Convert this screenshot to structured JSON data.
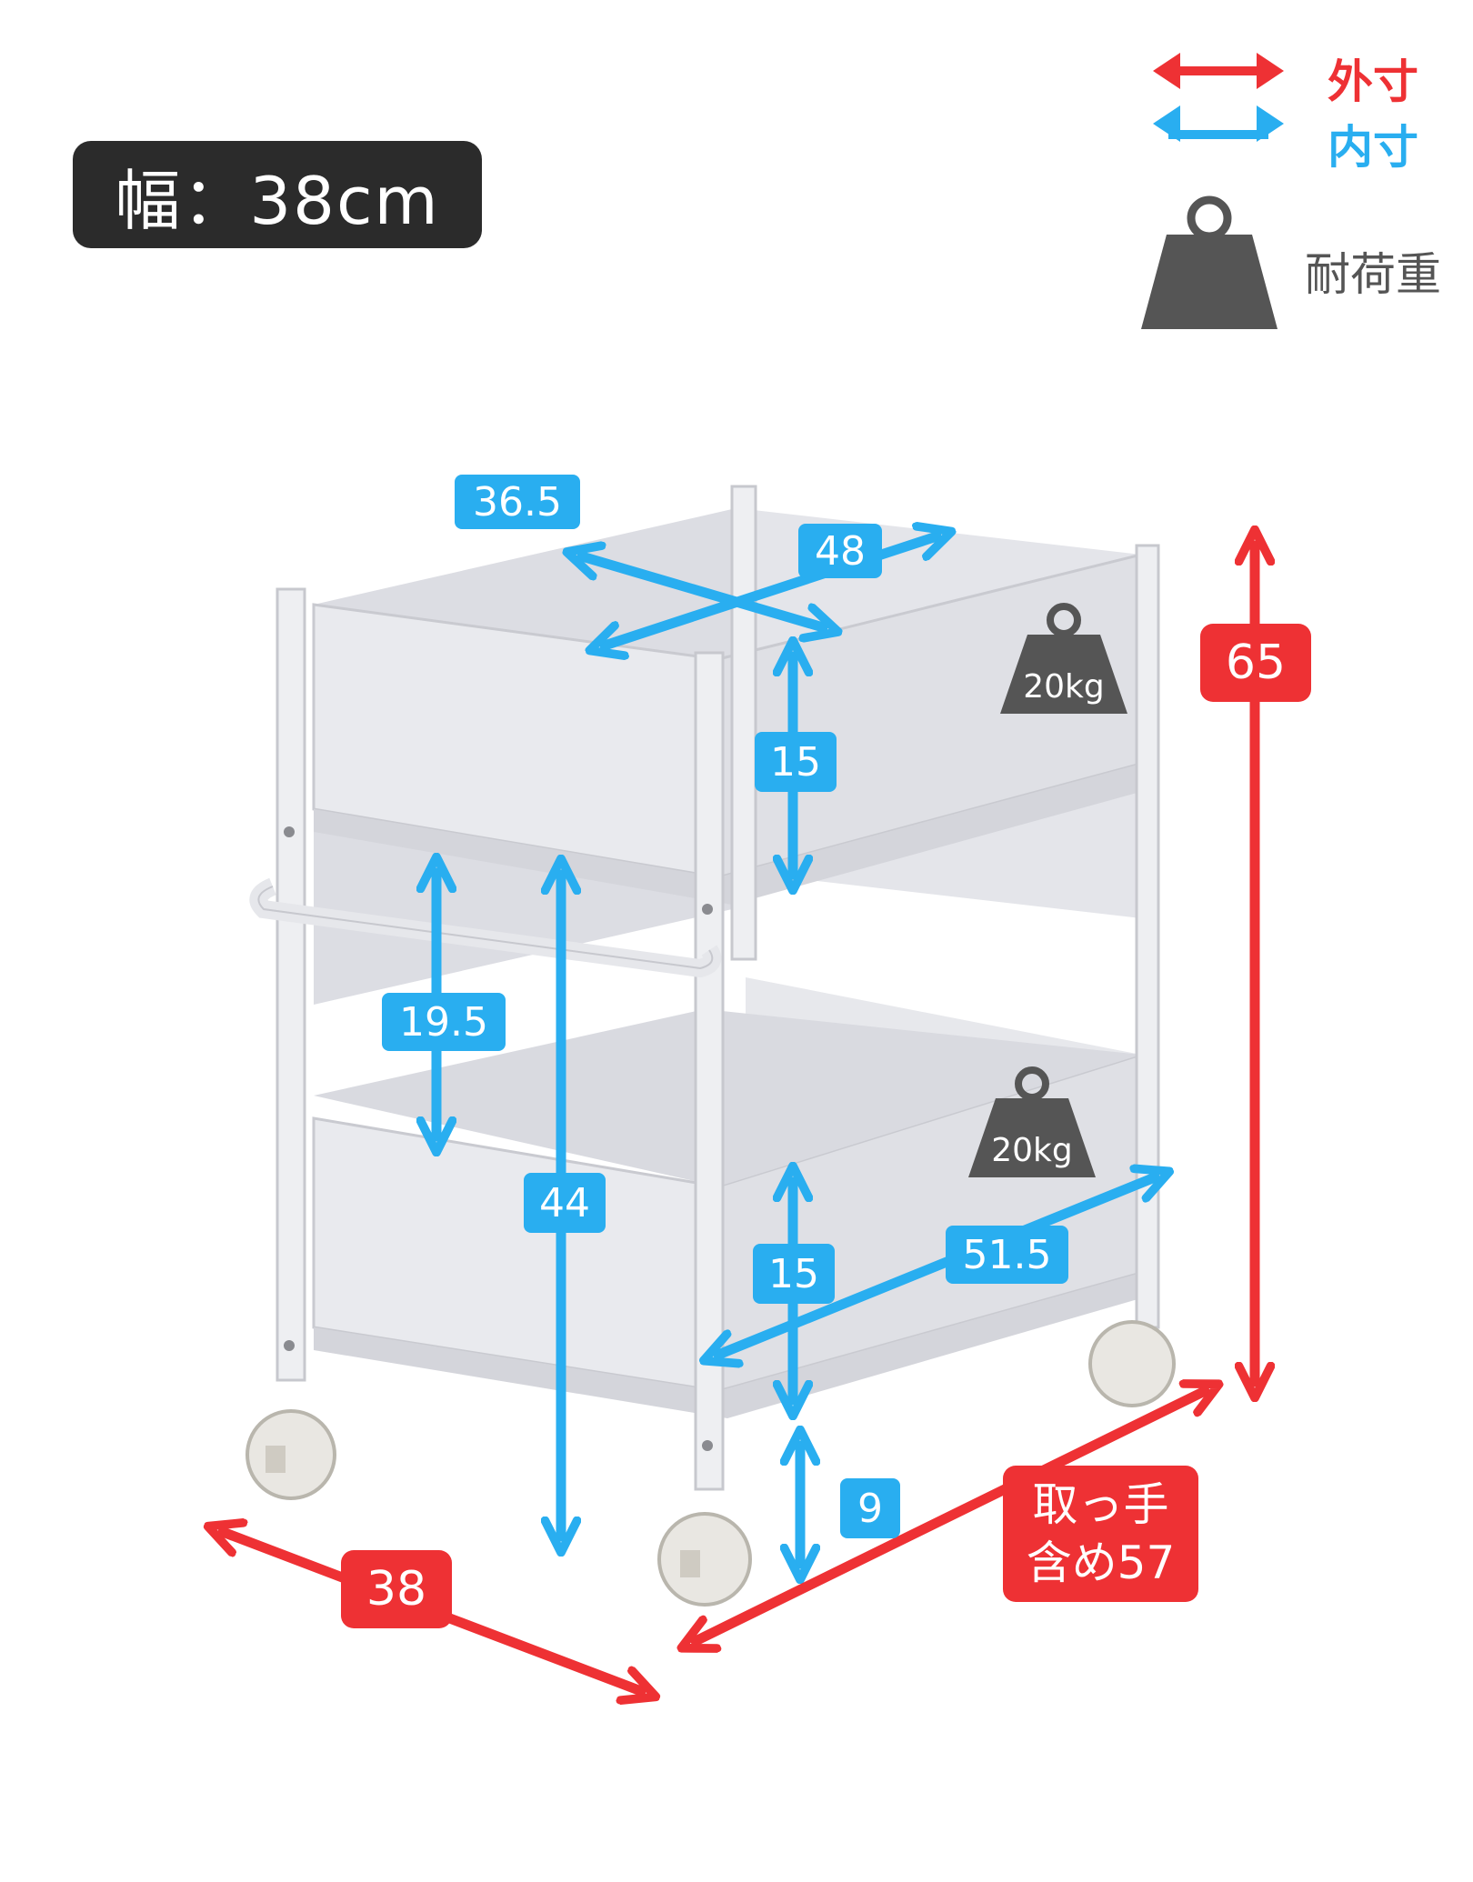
{
  "title": "幅：38cm",
  "legend": {
    "outer_label": "外寸",
    "inner_label": "内寸",
    "load_label": "耐荷重",
    "outer_color": "#ee3134",
    "inner_color": "#29aef0",
    "weight_icon": "weight-icon"
  },
  "inner_dimensions": {
    "top_width": "36.5",
    "top_depth": "48",
    "top_height": "15",
    "gap_height": "19.5",
    "floor_to_top_shelf": "44",
    "bottom_height": "15",
    "bottom_depth": "51.5",
    "clearance": "9"
  },
  "outer_dimensions": {
    "height": "65",
    "width": "38",
    "depth_line1": "取っ手",
    "depth_line2": "含め57"
  },
  "load": {
    "top_shelf": "20kg",
    "bottom_shelf": "20kg"
  }
}
